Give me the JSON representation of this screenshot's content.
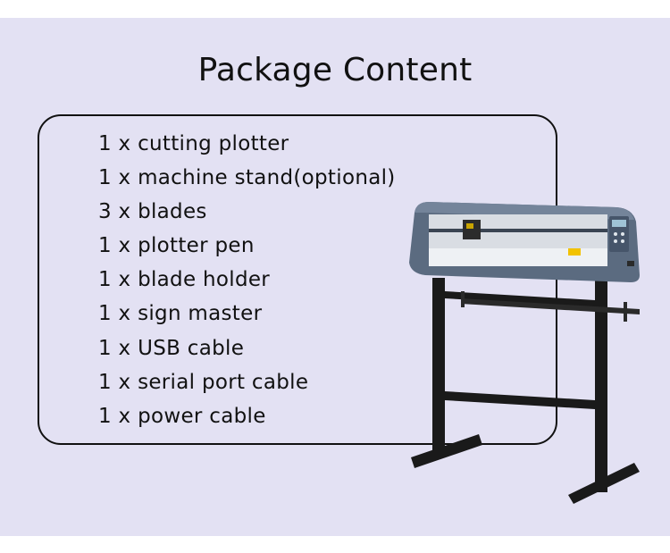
{
  "title": "Package Content",
  "items": [
    "1 x cutting plotter",
    "1 x machine stand(optional)",
    "3 x blades",
    "1 x plotter pen",
    "1 x blade holder",
    "1 x sign master",
    "1 x USB cable",
    "1 x serial port cable",
    "1 x power cable"
  ],
  "colors": {
    "background": "#e3e1f3",
    "text": "#111111",
    "plotter_body": "#5b6b80",
    "stand": "#1a1a1a"
  }
}
